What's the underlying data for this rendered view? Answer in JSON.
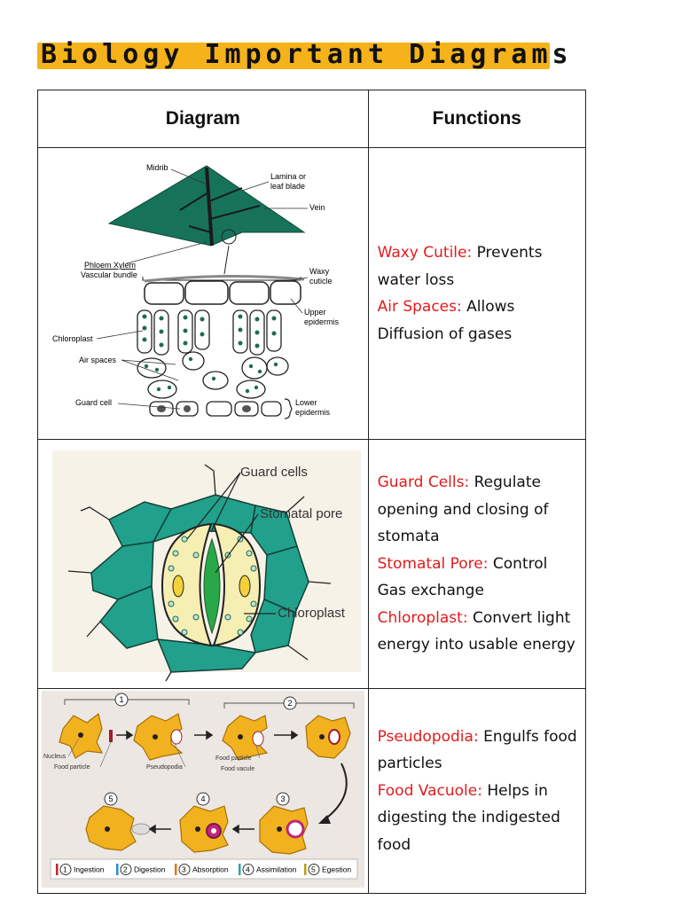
{
  "title": "Biology Important Diagrams",
  "header": {
    "diagram": "Diagram",
    "functions": "Functions"
  },
  "rows": [
    {
      "labels": {
        "midrib": "Midrib",
        "lamina1": "Lamina or",
        "lamina2": "leaf blade",
        "vein": "Vein",
        "phloem": "Phloem Xylem",
        "vascular": "Vascular bundle",
        "waxy1": "Waxy",
        "waxy2": "cuticle",
        "upper1": "Upper",
        "upper2": "epidermis",
        "chloroplast": "Chloroplast",
        "airspaces": "Air spaces",
        "guard": "Guard cell",
        "lower1": "Lower",
        "lower2": "epidermis"
      },
      "functions": [
        {
          "term": "Waxy Cutile:",
          "text": " Prevents water loss"
        },
        {
          "term": "Air Spaces:",
          "text": " Allows Diffusion of gases"
        }
      ]
    },
    {
      "labels": {
        "guardcells": "Guard cells",
        "pore": "Stomatal pore",
        "chloroplast": "Chloroplast"
      },
      "functions": [
        {
          "term": "Guard Cells:",
          "text": " Regulate opening and closing of stomata"
        },
        {
          "term": "Stomatal Pore:",
          "text": " Control Gas exchange"
        },
        {
          "term": "Chloroplast:",
          "text": " Convert light energy into usable energy"
        }
      ]
    },
    {
      "labels": {
        "s1": "1",
        "s2": "2",
        "s3": "3",
        "s4": "4",
        "s5": "5",
        "nucleus": "Nucleus",
        "foodparticle": "Food particle",
        "pseudopodia": "Pseudopodia",
        "foodparticle2": "Food particle",
        "foodvacule": "Food vacule",
        "legend": [
          {
            "num": "1",
            "label": "Ingestion",
            "color": "#c0262f"
          },
          {
            "num": "2",
            "label": "Digestion",
            "color": "#2a8fc4"
          },
          {
            "num": "3",
            "label": "Absorption",
            "color": "#e07a1c"
          },
          {
            "num": "4",
            "label": "Assimilation",
            "color": "#2aa89a"
          },
          {
            "num": "5",
            "label": "Egestion",
            "color": "#b5a11b"
          }
        ]
      },
      "functions": [
        {
          "term": "Pseudopodia:",
          "text": " Engulfs food particles"
        },
        {
          "term": "Food Vacuole:",
          "text": " Helps in digesting the indigested food"
        }
      ]
    }
  ]
}
